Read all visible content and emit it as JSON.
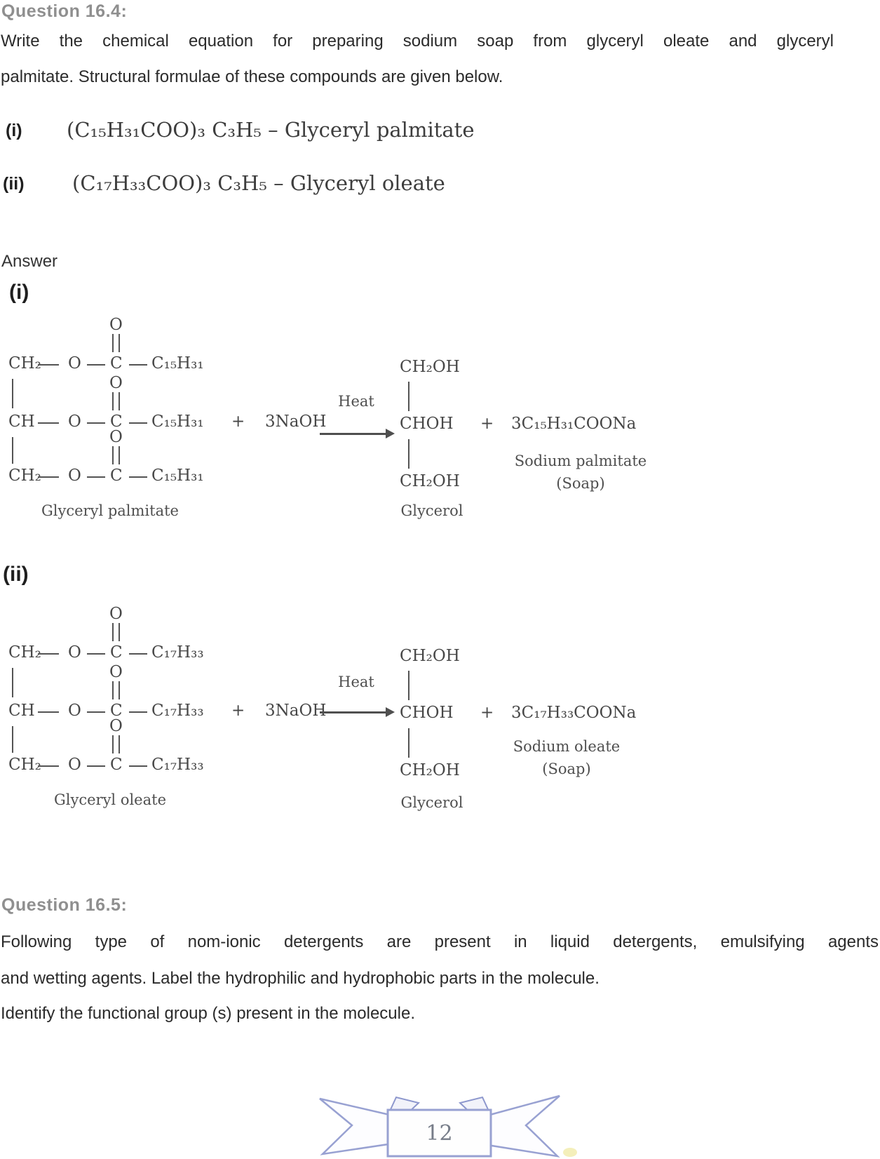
{
  "q164": {
    "heading": "Question 16.4:",
    "line1": "Write the chemical equation for preparing sodium soap from glyceryl oleate and glyceryl",
    "line2": "palmitate. Structural formulae of these compounds are given below.",
    "items": [
      {
        "label": "(i)",
        "formula": "(C₁₅H₃₁COO)₃ C₃H₅ – Glyceryl palmitate"
      },
      {
        "label": "(ii)",
        "formula": "(C₁₇H₃₃COO)₃ C₃H₅ – Glyceryl oleate"
      }
    ]
  },
  "answer_label": "Answer",
  "glyphs": {
    "plus": "+"
  },
  "equations": [
    {
      "label": "(i)",
      "reactant": {
        "rows": [
          {
            "backbone": "CH₂",
            "ester_o": "O",
            "carbonyl_c": "C",
            "carbonyl_o": "O",
            "chain": "C₁₅H₃₁"
          },
          {
            "backbone": "CH",
            "ester_o": "O",
            "carbonyl_c": "C",
            "carbonyl_o": "O",
            "chain": "C₁₅H₃₁"
          },
          {
            "backbone": "CH₂",
            "ester_o": "O",
            "carbonyl_c": "C",
            "carbonyl_o": "O",
            "chain": "C₁₅H₃₁"
          }
        ],
        "caption": "Glyceryl palmitate"
      },
      "reagent": "3NaOH",
      "arrow_label": "Heat",
      "glycerol": {
        "top": "CH₂OH",
        "middle": "CHOH",
        "bottom": "CH₂OH",
        "caption": "Glycerol"
      },
      "salt": {
        "formula": "3C₁₅H₃₁COONa",
        "name": "Sodium palmitate",
        "note": "(Soap)"
      }
    },
    {
      "label": "(ii)",
      "reactant": {
        "rows": [
          {
            "backbone": "CH₂",
            "ester_o": "O",
            "carbonyl_c": "C",
            "carbonyl_o": "O",
            "chain": "C₁₇H₃₃"
          },
          {
            "backbone": "CH",
            "ester_o": "O",
            "carbonyl_c": "C",
            "carbonyl_o": "O",
            "chain": "C₁₇H₃₃"
          },
          {
            "backbone": "CH₂",
            "ester_o": "O",
            "carbonyl_c": "C",
            "carbonyl_o": "O",
            "chain": "C₁₇H₃₃"
          }
        ],
        "caption": "Glyceryl oleate"
      },
      "reagent": "3NaOH",
      "arrow_label": "Heat",
      "glycerol": {
        "top": "CH₂OH",
        "middle": "CHOH",
        "bottom": "CH₂OH",
        "caption": "Glycerol"
      },
      "salt": {
        "formula": "3C₁₇H₃₃COONa",
        "name": "Sodium oleate",
        "note": "(Soap)"
      }
    }
  ],
  "q165": {
    "heading": "Question 16.5:",
    "line1": "Following type of nom-ionic detergents are present in liquid detergents, emulsifying agents",
    "line2": "and wetting agents. Label the hydrophilic and hydrophobic parts in the molecule.",
    "line3": "Identify the functional group (s) present in the molecule."
  },
  "footer": {
    "page_number": "12"
  }
}
